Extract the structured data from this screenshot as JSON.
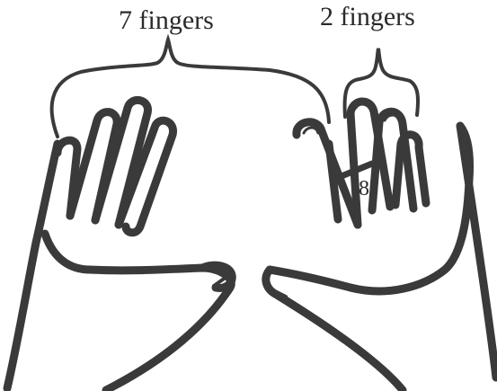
{
  "labels": {
    "left_group": "7 fingers",
    "right_group": "2 fingers",
    "gap_count": "8"
  },
  "colors": {
    "outline": "#3a3a3a",
    "background": "#ffffff",
    "text": "#2a2a2a"
  },
  "icons": {
    "left_hand": "hand-outline-icon",
    "right_hand": "hand-outline-icon",
    "left_brace": "curly-brace-icon",
    "right_brace": "curly-brace-icon"
  }
}
